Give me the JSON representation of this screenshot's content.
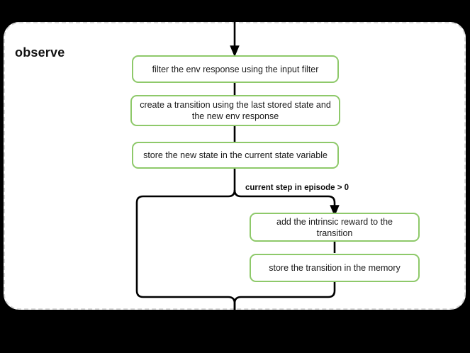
{
  "diagram": {
    "background_color": "#000000",
    "panel": {
      "title": "observe",
      "fill": "#ffffff",
      "border_color": "#d9d9d9",
      "border_style": "dashed"
    },
    "node_style": {
      "border_color": "#8ec96a",
      "fill": "#ffffff",
      "text_color": "#1a1a1a"
    },
    "connector_color": "#000000",
    "nodes": [
      {
        "id": "filter_env",
        "label": "filter the env response using the input filter"
      },
      {
        "id": "create_transition",
        "label": "create a transition using the last stored state and the new env response"
      },
      {
        "id": "store_state",
        "label": "store the new state in the current state variable"
      },
      {
        "id": "add_intrinsic_reward",
        "label": "add the intrinsic reward to the transition"
      },
      {
        "id": "store_transition",
        "label": "store the transition in the memory"
      }
    ],
    "edge_labels": [
      {
        "id": "condition_current_step",
        "text": "current step in episode > 0"
      }
    ]
  }
}
